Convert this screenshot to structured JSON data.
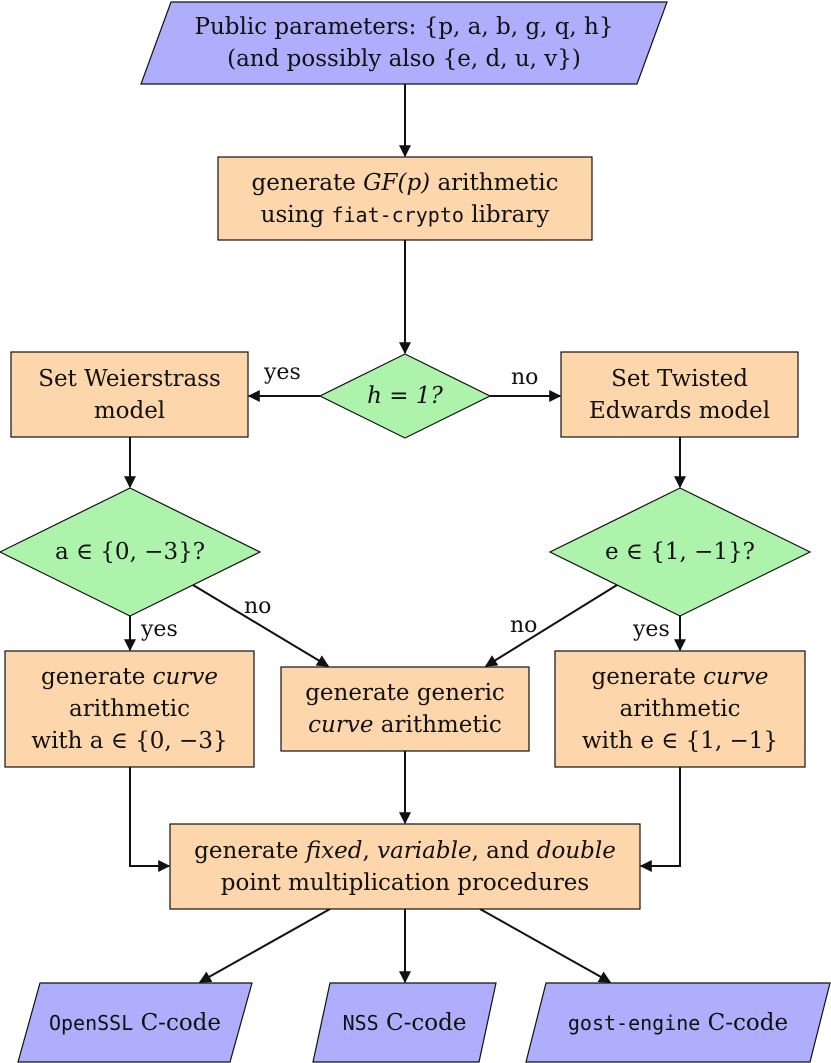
{
  "colors": {
    "io_fill": "#aeaefc",
    "process_fill": "#fdd6ab",
    "decision_fill": "#aef3ac",
    "stroke": "#111111"
  },
  "nodes": {
    "params": {
      "line1": "Public parameters: {p, a, b, g, q, h}",
      "line2": "(and possibly also {e, d, u, v})"
    },
    "gfp": {
      "line1_a": "generate ",
      "line1_math": "GF(p)",
      "line1_b": " arithmetic",
      "line2_a": "using ",
      "line2_code": "fiat-crypto",
      "line2_b": " library"
    },
    "h_check": {
      "text": "h = 1?"
    },
    "weierstrass": {
      "line1": "Set Weierstrass",
      "line2": "model"
    },
    "twisted": {
      "line1": "Set Twisted",
      "line2": "Edwards model"
    },
    "a_check": {
      "text": "a ∈ {0, −3}?"
    },
    "e_check": {
      "text": "e ∈ {1, −1}?"
    },
    "curve_a": {
      "line1_a": "generate ",
      "line1_em": "curve",
      "line2": "arithmetic",
      "line3": "with a ∈ {0, −3}"
    },
    "generic": {
      "line1": "generate generic",
      "line2_em": "curve",
      "line2_b": " arithmetic"
    },
    "curve_e": {
      "line1_a": "generate ",
      "line1_em": "curve",
      "line2": "arithmetic",
      "line3": "with e ∈ {1, −1}"
    },
    "point_mult": {
      "line1_a": "generate ",
      "line1_em1": "fixed",
      "line1_b": ", ",
      "line1_em2": "variable",
      "line1_c": ", and ",
      "line1_em3": "double",
      "line2": "point multiplication procedures"
    },
    "openssl": {
      "code": "OpenSSL",
      "text": " C-code"
    },
    "nss": {
      "code": "NSS",
      "text": " C-code"
    },
    "gost": {
      "code": "gost-engine",
      "text": " C-code"
    }
  },
  "edge_labels": {
    "h_yes": "yes",
    "h_no": "no",
    "a_yes": "yes",
    "a_no": "no",
    "e_no": "no",
    "e_yes": "yes"
  }
}
